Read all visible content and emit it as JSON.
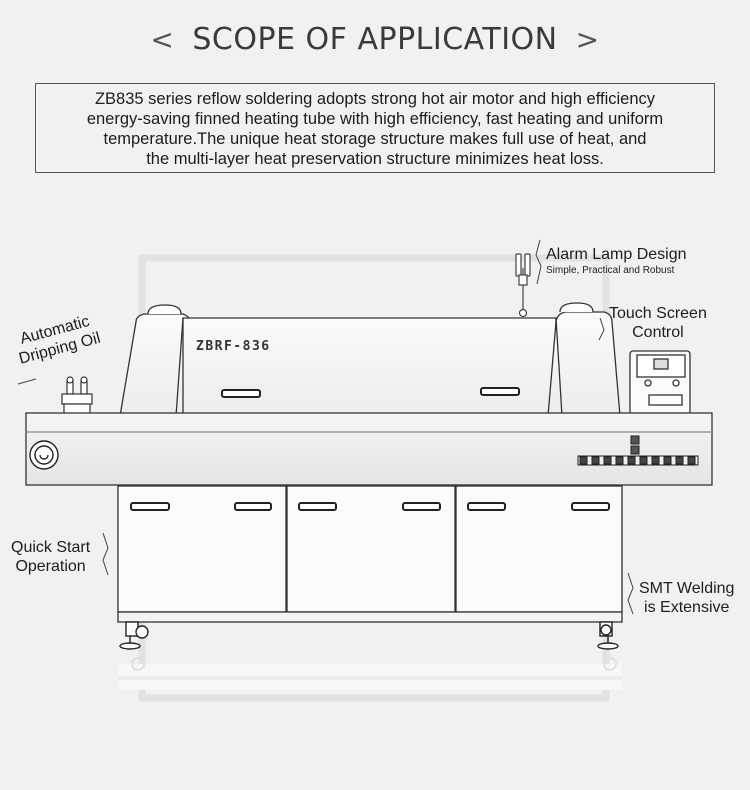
{
  "header": {
    "left_chevron": "<",
    "title": "SCOPE OF APPLICATION",
    "right_chevron": ">"
  },
  "description": {
    "lines": [
      "ZB835 series reflow soldering adopts strong hot air motor and high efficiency",
      "energy-saving finned heating tube with high efficiency, fast heating and uniform",
      "temperature.The unique heat storage structure makes full use of heat, and",
      "the multi-layer heat preservation structure minimizes heat loss."
    ]
  },
  "machine": {
    "model_plate": "ZBRF-836"
  },
  "callouts": {
    "alarm": {
      "title": "Alarm Lamp Design",
      "subtitle": "Simple, Practical and Robust"
    },
    "touch": {
      "line1": "Touch Screen",
      "line2": "Control"
    },
    "drip": {
      "line1": "Automatic",
      "line2": "Dripping Oil"
    },
    "quick": {
      "line1": "Quick Start",
      "line2": "Operation"
    },
    "smt": {
      "line1": "SMT Welding",
      "line2": "is Extensive"
    }
  }
}
